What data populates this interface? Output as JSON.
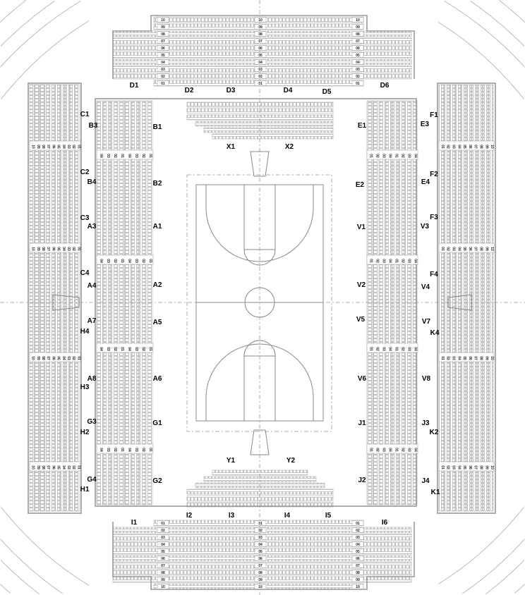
{
  "row_numbers": [
    "01",
    "02",
    "03",
    "04",
    "05",
    "06",
    "07",
    "08",
    "09",
    "10"
  ],
  "inner_row_numbers_left": [
    "04",
    "03",
    "02",
    "01",
    "04",
    "03",
    "02",
    "01"
  ],
  "inner_row_numbers_right": [
    "01",
    "02",
    "03",
    "04",
    "01",
    "02",
    "03",
    "04"
  ],
  "sections": {
    "top": [
      "D1",
      "D2",
      "D3",
      "D4",
      "D5",
      "D6"
    ],
    "bottom": [
      "I1",
      "I2",
      "I3",
      "I4",
      "I5",
      "I6"
    ],
    "left": [
      "C1",
      "B3",
      "B1",
      "C2",
      "B4",
      "B2",
      "C3",
      "A3",
      "A1",
      "C4",
      "A4",
      "A2",
      "A7",
      "H4",
      "A5",
      "A8",
      "H3",
      "A6",
      "G3",
      "H2",
      "G1",
      "G4",
      "H1",
      "G2"
    ],
    "right": [
      "E1",
      "E3",
      "F1",
      "E2",
      "E4",
      "F2",
      "F3",
      "V1",
      "V3",
      "F4",
      "V2",
      "V4",
      "V5",
      "V7",
      "K4",
      "V6",
      "V8",
      "J1",
      "J3",
      "K2",
      "J2",
      "J4",
      "K1"
    ],
    "courtside": [
      "X1",
      "X2",
      "Y1",
      "Y2"
    ]
  },
  "colors": {
    "seat_outline": "#9a9a9a",
    "wall": "#999999",
    "label": "#000000"
  }
}
